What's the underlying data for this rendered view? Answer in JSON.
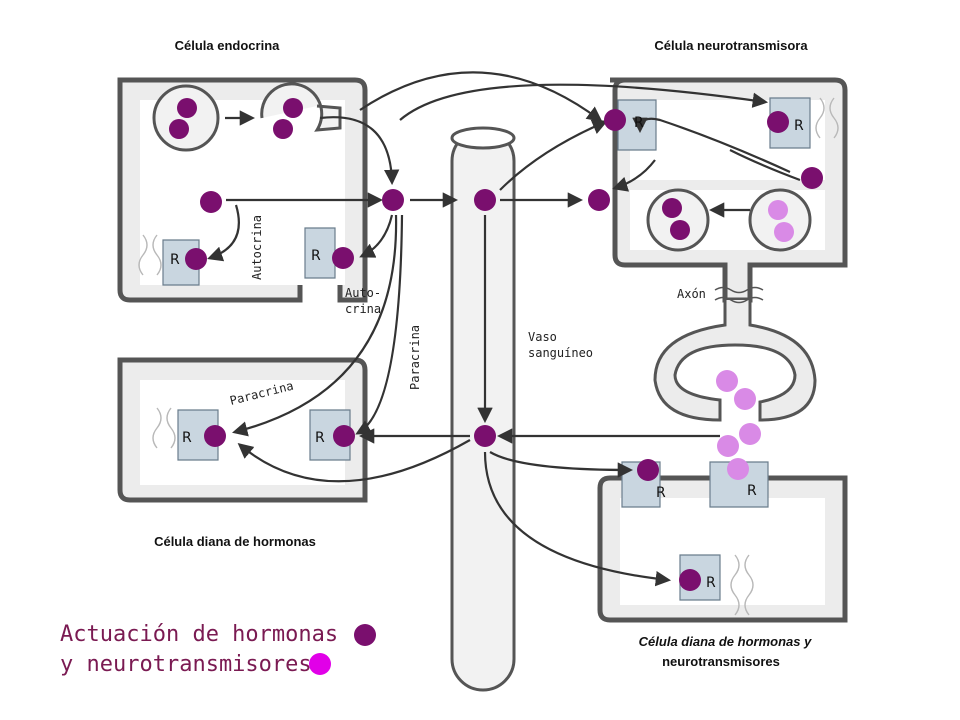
{
  "labels": {
    "endocrine_cell": "Célula endocrina",
    "neuro_cell": "Célula neurotransmisora",
    "target_cell": "Célula diana de hormonas",
    "target_cell_both_line1": "Célula diana de hormonas y",
    "target_cell_both_line2": "neurotransmisores",
    "autocrina_vertical": "Autocrina",
    "autocrina_split_1": "Auto-",
    "autocrina_split_2": "crina",
    "paracrina_diagonal": "Paracrina",
    "paracrina_vertical": "Paracrina",
    "axon": "Axón",
    "vessel_1": "Vaso",
    "vessel_2": "sanguíneo",
    "receptor": "R"
  },
  "legend": {
    "line1": "Actuación de  hormonas",
    "line2": "y neurotransmisores"
  },
  "colors": {
    "hormone": "#7a0f6e",
    "neurotransmitter": "#d98ae6",
    "receptor": "#c9d6e0",
    "legend_text": "#7a1a52"
  }
}
